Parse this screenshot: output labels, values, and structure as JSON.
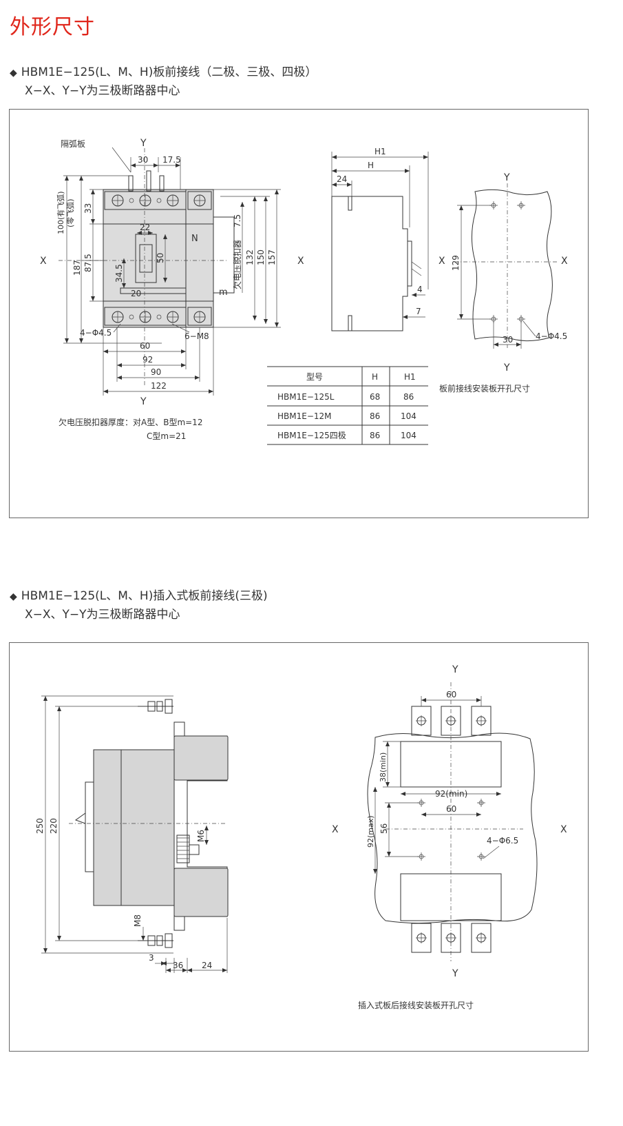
{
  "page_title": "外形尺寸",
  "section1": {
    "heading": "HBM1E−125(L、M、H)板前接线（二极、三极、四极）",
    "subheading": "X−X、Y−Y为三极断路器中心",
    "front": {
      "arc_plate": "隔弧板",
      "axis_y": "Y",
      "axis_x": "X",
      "dim_30": "30",
      "dim_17_5": "17.5",
      "dim_100": "100(有飞弧)",
      "dim_zero_arc": "(零飞弧)",
      "dim_187": "187",
      "dim_33": "33",
      "dim_87_5": "87.5",
      "dim_34_5": "34.5",
      "dim_22": "22",
      "dim_50": "50",
      "dim_20": "20",
      "dim_n": "N",
      "dim_m": "m",
      "dim_7_5": "7.5",
      "undervoltage": "欠电压脱扣器",
      "dim_132": "132",
      "dim_150": "150",
      "dim_157": "157",
      "holes": "4−Φ4.5",
      "screws": "6−M8",
      "dim_60": "60",
      "dim_92": "92",
      "dim_90": "90",
      "dim_122": "122",
      "note_line1": "欠电压脱扣器厚度：对A型、B型m=12",
      "note_line2": "C型m=21"
    },
    "side": {
      "dim_h1": "H1",
      "dim_h": "H",
      "dim_24": "24",
      "dim_4": "4",
      "dim_7": "7"
    },
    "table": {
      "headers": [
        "型号",
        "H",
        "H1"
      ],
      "rows": [
        [
          "HBM1E−125L",
          "68",
          "86"
        ],
        [
          "HBM1E−12M",
          "86",
          "104"
        ],
        [
          "HBM1E−125四极",
          "86",
          "104"
        ]
      ]
    },
    "panel": {
      "axis_y": "Y",
      "axis_x": "X",
      "dim_129": "129",
      "dim_30": "30",
      "holes": "4−Φ4.5",
      "caption": "板前接线安装板开孔尺寸"
    }
  },
  "section2": {
    "heading": "HBM1E−125(L、M、H)插入式板前接线(三极)",
    "subheading": "X−X、Y−Y为三极断路器中心",
    "side": {
      "dim_250": "250",
      "dim_220": "220",
      "dim_m6": "M6",
      "dim_m8": "M8",
      "dim_3": "3",
      "dim_36": "36",
      "dim_24": "24"
    },
    "panel": {
      "axis_y": "Y",
      "axis_x": "X",
      "dim_60_top": "60",
      "dim_38": "38(min)",
      "dim_92min": "92(min)",
      "dim_60_mid": "60",
      "dim_92max": "92(max)",
      "dim_56": "56",
      "holes": "4−Φ6.5",
      "caption": "插入式板后接线安装板开孔尺寸"
    }
  }
}
